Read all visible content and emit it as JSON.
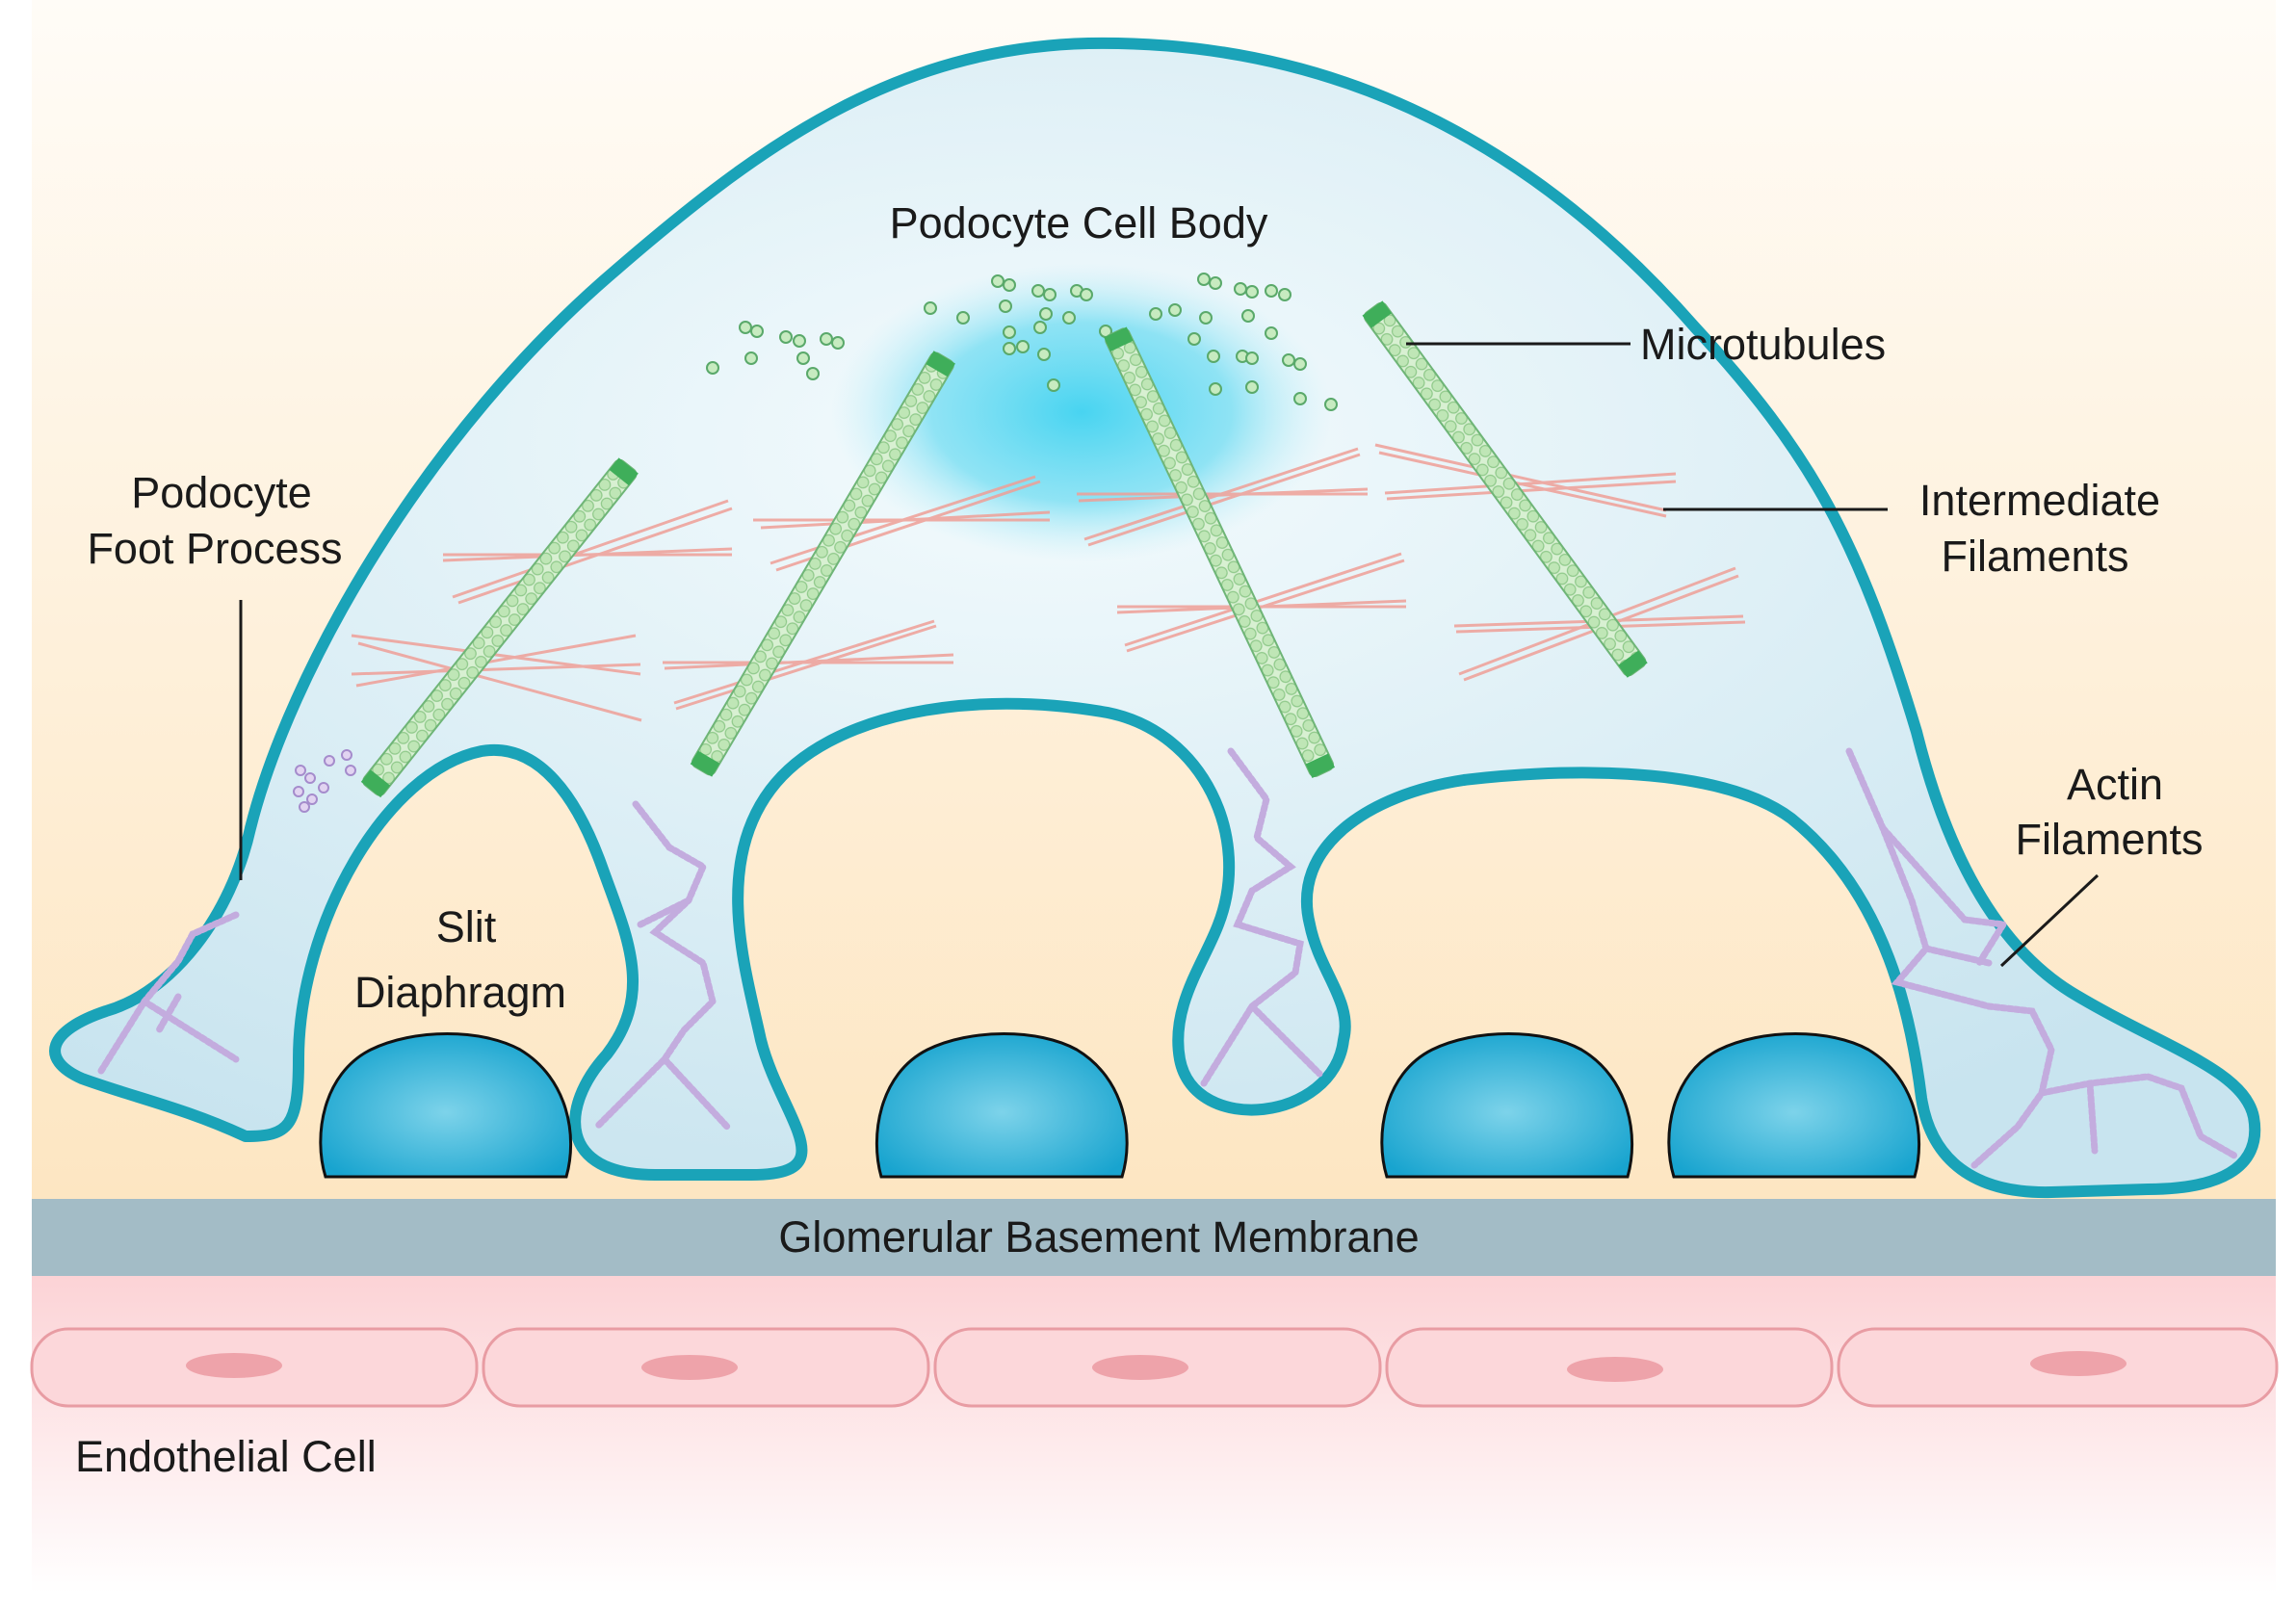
{
  "labels": {
    "cell_body": "Podocyte Cell Body",
    "microtubules": "Microtubules",
    "intermediate_line1": "Intermediate",
    "intermediate_line2": "Filaments",
    "foot_line1": "Podocyte",
    "foot_line2": "Foot Process",
    "slit_line1": "Slit",
    "slit_line2": "Diaphragm",
    "actin_line1": "Actin",
    "actin_line2": "Filaments",
    "gbm": "Glomerular Basement Membrane",
    "endothelial": "Endothelial Cell"
  },
  "colors": {
    "cell_fill": "#cfe8f1",
    "cell_outline": "#1aa3b8",
    "nucleus_glow": "#6fd6ee",
    "slit_dome": "#2fb2d6",
    "microtubule": "#b8e3b0",
    "microtubule_end": "#3fae5a",
    "intermediate_filament": "#f0a6a0",
    "actin": "#c7b2e0",
    "gbm": "#a3bcc6",
    "background_top": "#fffaf0",
    "background_bottom": "#fde7c4",
    "endothelial": "#fcd6d8",
    "endothelial_outline": "#e89ca3",
    "endothelial_nucleus": "#eea3aa"
  }
}
